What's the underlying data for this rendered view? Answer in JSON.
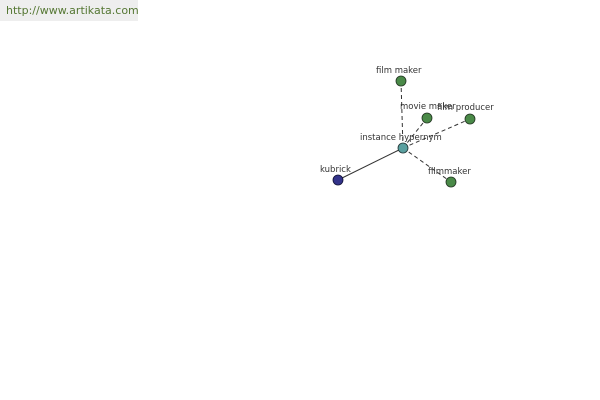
{
  "url": "http://www.artikata.com",
  "colors": {
    "hub": "#5aa0a0",
    "leaf": "#4a8a48",
    "root": "#33338a",
    "edge": "#333333"
  },
  "graph": {
    "hub": {
      "label": "instance hypernym"
    },
    "root": {
      "label": "kubrick"
    },
    "leaves": [
      {
        "label": "film maker"
      },
      {
        "label": "movie maker"
      },
      {
        "label": "film producer"
      },
      {
        "label": "filmmaker"
      }
    ]
  }
}
